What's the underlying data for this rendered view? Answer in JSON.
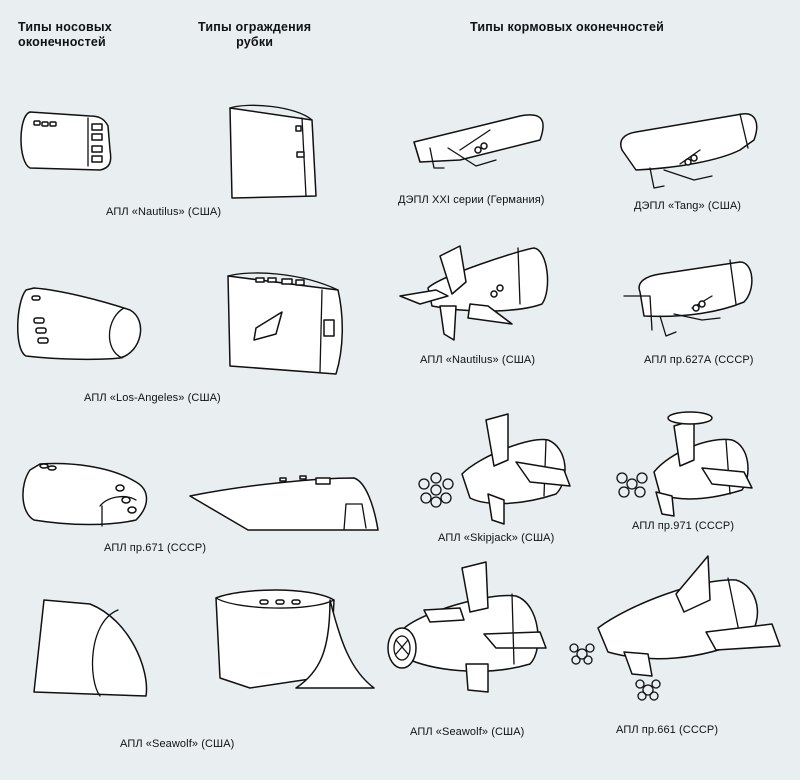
{
  "headers": {
    "bow": [
      "Типы носовых",
      "оконечностей"
    ],
    "sail": [
      "Типы ограждения",
      "рубки"
    ],
    "stern": "Типы кормовых оконечностей"
  },
  "captions": {
    "nautilus_bow": "АПЛ «Nautilus» (США)",
    "los_angeles": "АПЛ «Los-Angeles» (США)",
    "pr671": "АПЛ пр.671 (СССР)",
    "seawolf_bow": "АПЛ «Seawolf» (США)",
    "xxi": "ДЭПЛ XXI серии (Германия)",
    "tang": "ДЭПЛ «Tang» (США)",
    "nautilus_stern": "АПЛ «Nautilus» (США)",
    "pr627a": "АПЛ пр.627А (СССР)",
    "skipjack": "АПЛ «Skipjack» (США)",
    "pr971": "АПЛ пр.971 (СССР)",
    "seawolf_stern": "АПЛ «Seawolf» (США)",
    "pr661": "АПЛ пр.661 (СССР)"
  },
  "colors": {
    "background": "#e9eef0",
    "ink": "#111111",
    "fill": "#ffffff"
  }
}
